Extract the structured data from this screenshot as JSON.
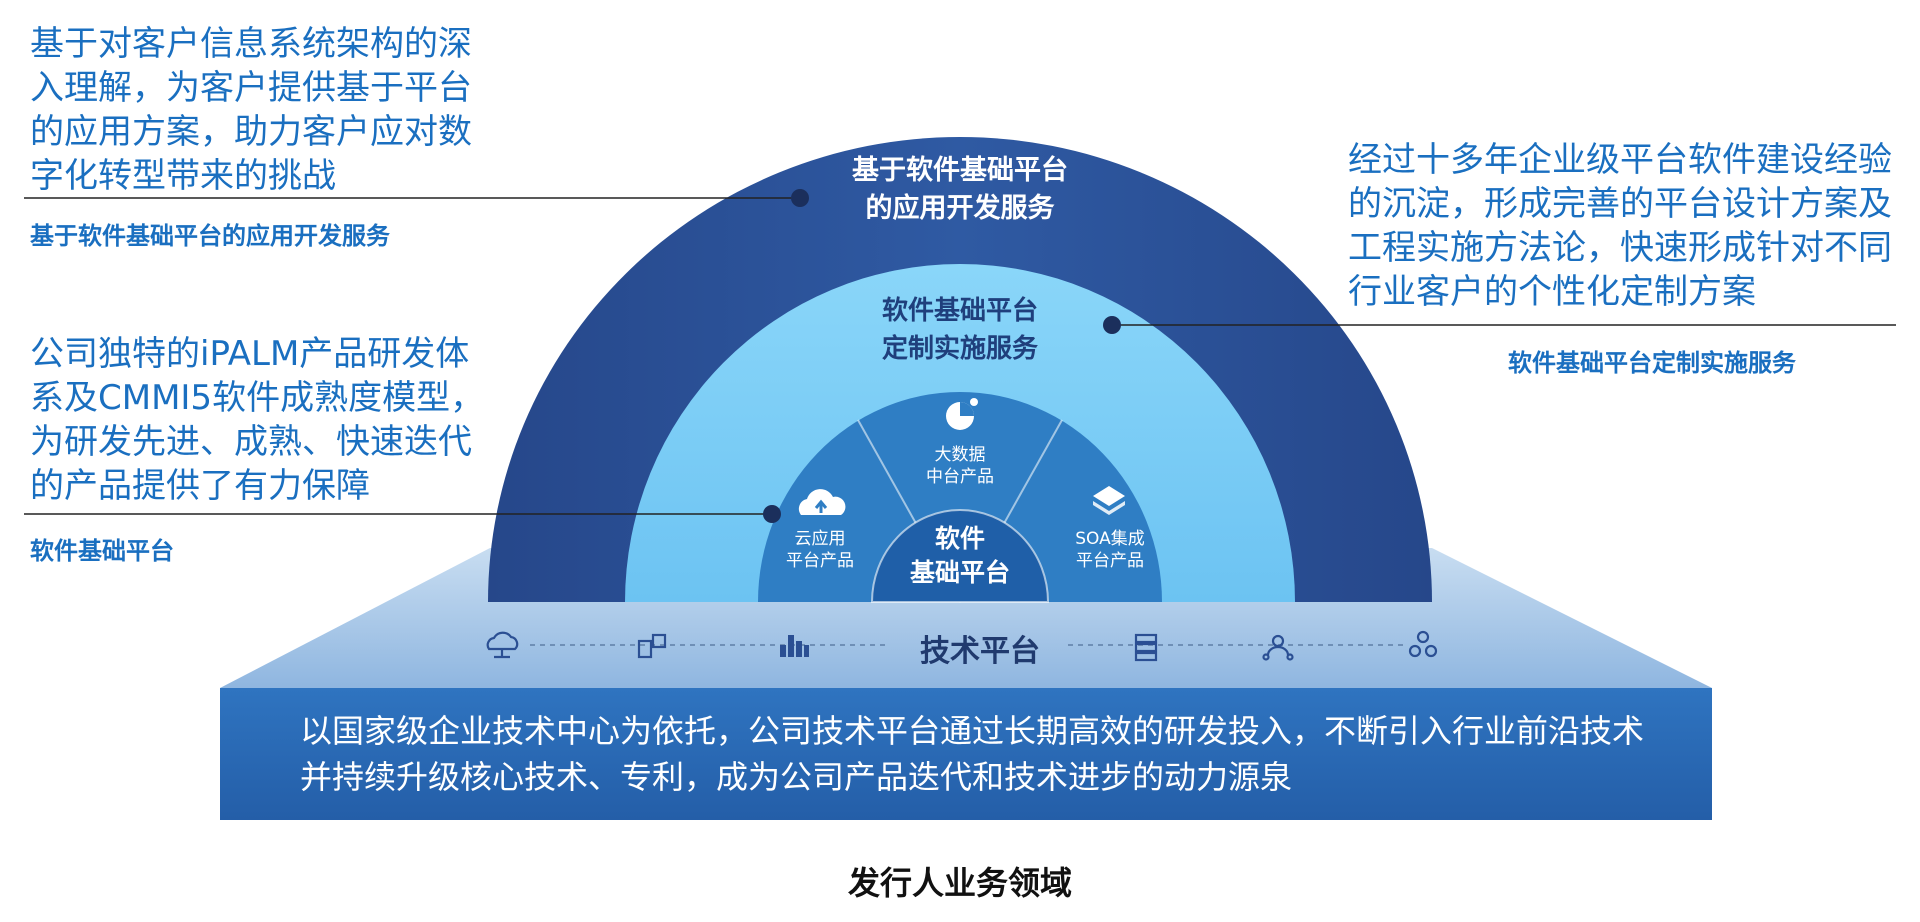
{
  "annotations": {
    "left_top": {
      "text": "基于对客户信息系统架构的深入理解，为客户提供基于平台的应用方案，助力客户应对数字化转型带来的挑战",
      "title": "基于软件基础平台的应用开发服务"
    },
    "left_bottom": {
      "text": "公司独特的iPALM产品研发体系及CMMI5软件成熟度模型，为研发先进、成熟、快速迭代的产品提供了有力保障",
      "title": "软件基础平台"
    },
    "right": {
      "text": "经过十多年企业级平台软件建设经验的沉淀，形成完善的平台设计方案及工程实施方法论，快速形成针对不同行业客户的个性化定制方案",
      "title": "软件基础平台定制实施服务"
    }
  },
  "arcs": {
    "outer_label": "基于软件基础平台\n的应用开发服务",
    "middle_label": "软件基础平台\n定制实施服务",
    "core_label": "软件\n基础平台"
  },
  "segments": [
    {
      "label": "云应用\n平台产品",
      "icon": "cloud-upload-icon"
    },
    {
      "label": "大数据\n中台产品",
      "icon": "pie-chart-icon"
    },
    {
      "label": "SOA集成\n平台产品",
      "icon": "layers-icon"
    }
  ],
  "tech_platform": {
    "title": "技术平台",
    "icons": [
      "cloud-network-icon",
      "devices-icon",
      "building-icon",
      "server-icon",
      "user-network-icon",
      "cluster-icon"
    ],
    "description": "以国家级企业技术中心为依托，公司技术平台通过长期高效的研发投入，不断引入行业前沿技术并持续升级核心技术、专利，成为公司产品迭代和技术进步的动力源泉"
  },
  "caption": "发行人业务领域",
  "colors": {
    "outer_arc": "#2b4f93",
    "middle_arc": "#7dd0f7",
    "inner_segment": "#2f7ec4",
    "core": "#1f5fa8",
    "base_front": "#2b6cb8",
    "base_top": "#aeccea",
    "annotation_text": "#1a6fc0"
  }
}
